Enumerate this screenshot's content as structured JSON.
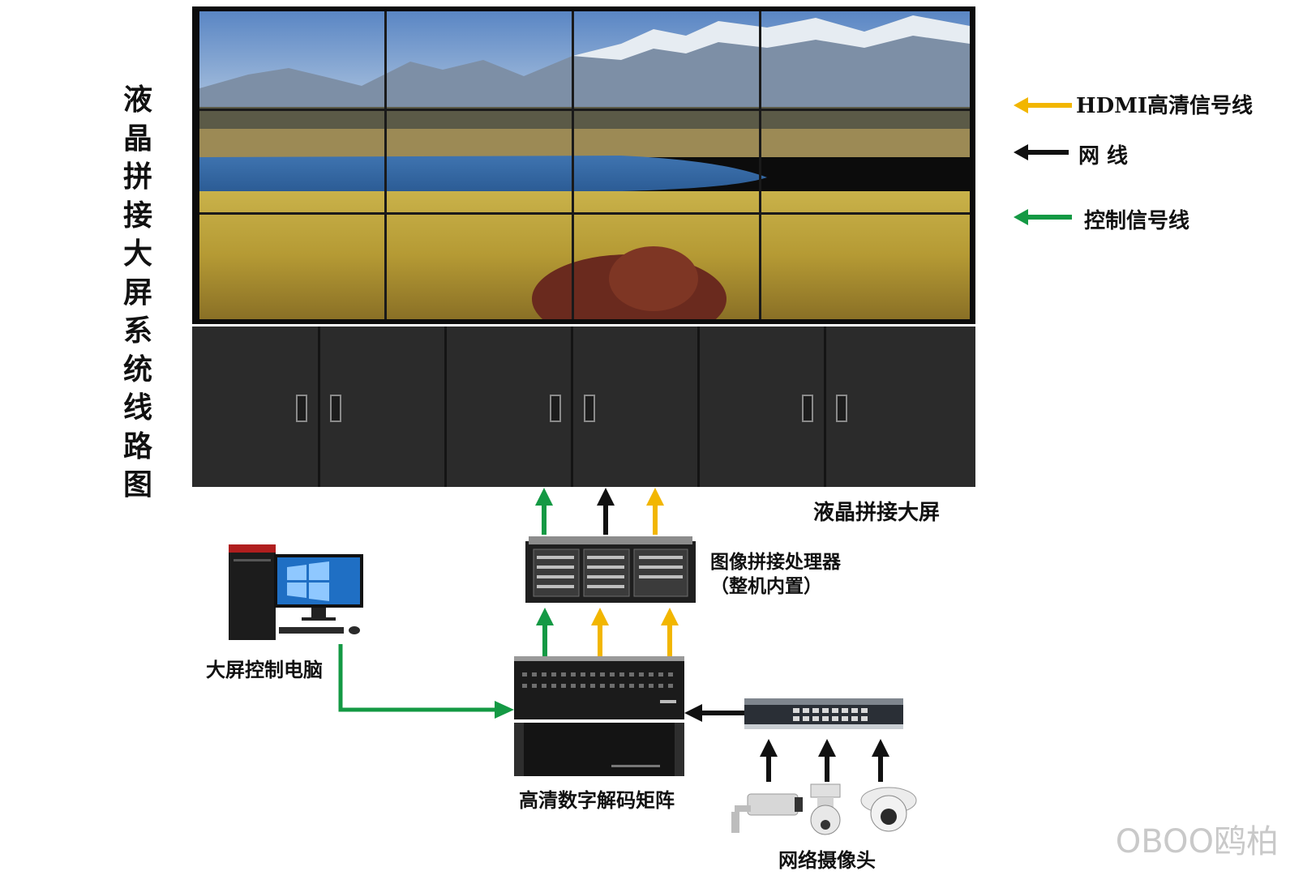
{
  "title_chars": [
    "液",
    "晶",
    "拼",
    "接",
    "大",
    "屏",
    "系",
    "统",
    "线",
    "路",
    "图"
  ],
  "legend": [
    {
      "label": "HDMI高清信号线",
      "color": "#f2b600"
    },
    {
      "label": "网 线",
      "color": "#111111"
    },
    {
      "label": "控制信号线",
      "color": "#149944"
    }
  ],
  "labels": {
    "video_wall": "液晶拼接大屏",
    "processor_line1": "图像拼接处理器",
    "processor_line2": "（整机内置）",
    "control_pc": "大屏控制电脑",
    "decoder_matrix": "高清数字解码矩阵",
    "cameras": "网络摄像头"
  },
  "colors": {
    "hdmi": "#f2b600",
    "network": "#111111",
    "control": "#149944"
  },
  "watermark": "OBOO鸥柏"
}
